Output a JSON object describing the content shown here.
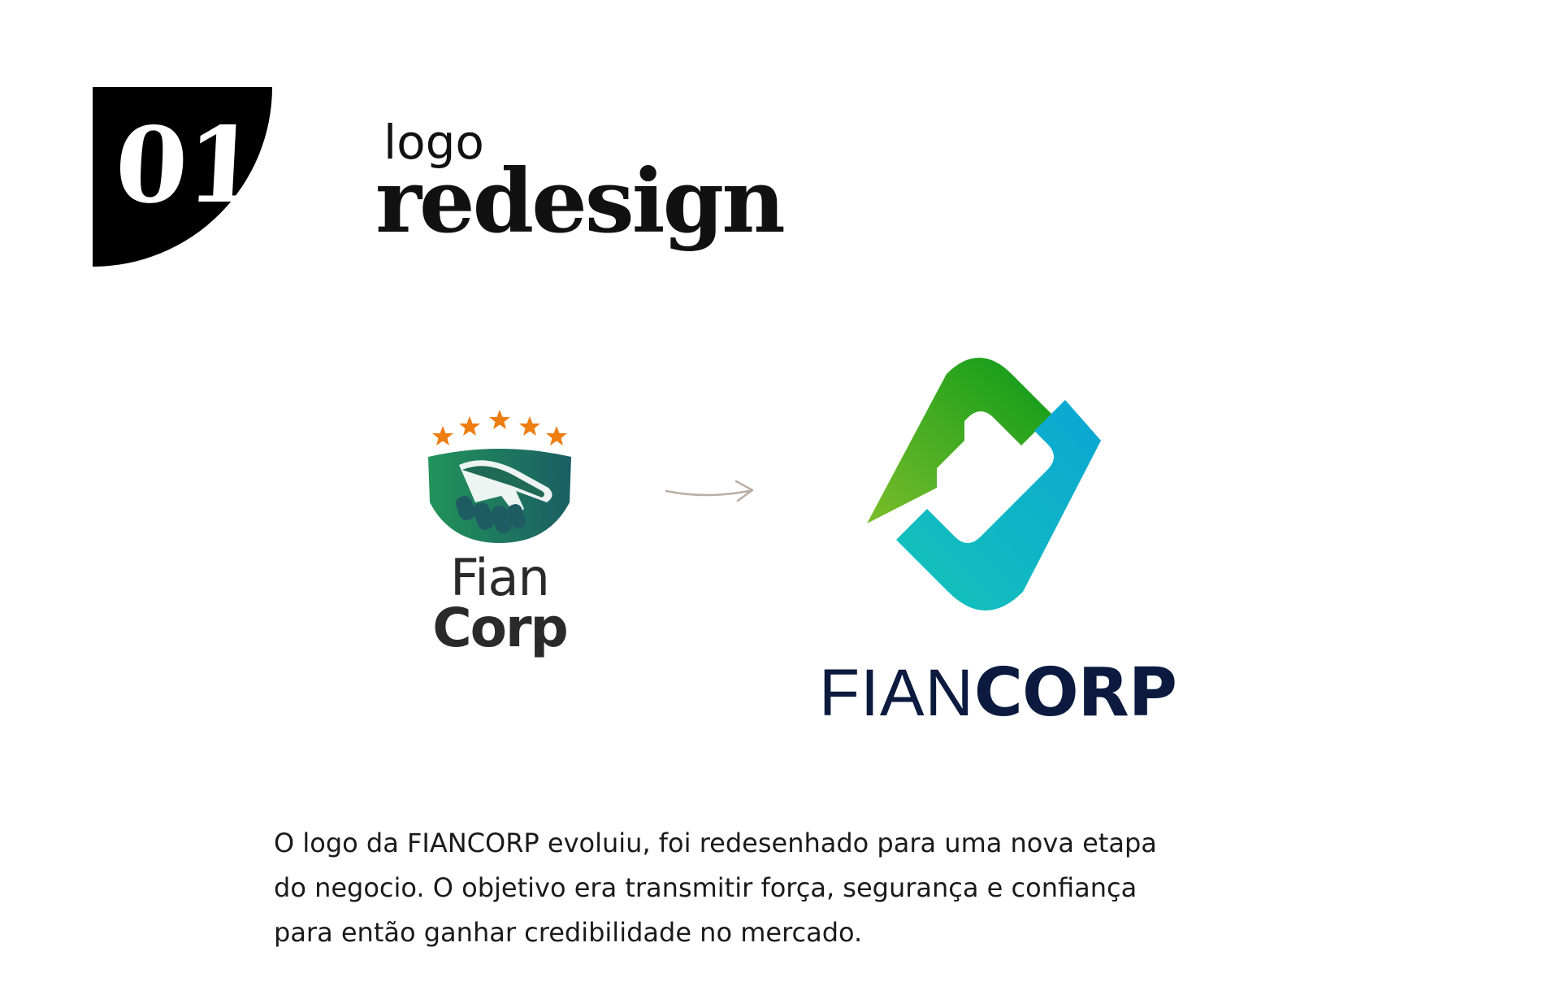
{
  "badge": {
    "number": "01"
  },
  "heading": {
    "line1": "logo",
    "line2": "redesign"
  },
  "old_logo": {
    "line1": "Fian",
    "line2": "Corp"
  },
  "new_logo": {
    "word_light": "FIAN",
    "word_bold": "CORP"
  },
  "description": {
    "lines": [
      "O logo da FIANCORP evoluiu, foi redesenhado para uma nova etapa",
      "do negocio. O objetivo era transmitir força, segurança e confiança",
      "para então ganhar credibilidade no mercado."
    ]
  },
  "colors": {
    "badge_bg": "#000000",
    "star_orange": "#ee7d12",
    "handshake_green": "#1f8d5d",
    "handshake_teal": "#1f5b63",
    "new_green": "#0f9a1b",
    "new_cyan": "#0ab6cf",
    "wordmark_navy": "#0b1a3e"
  },
  "icons": [
    "quarter-disc-badge",
    "stars-icon",
    "handshake-icon",
    "arrow-right-icon",
    "fiancorp-f-mark-icon"
  ]
}
